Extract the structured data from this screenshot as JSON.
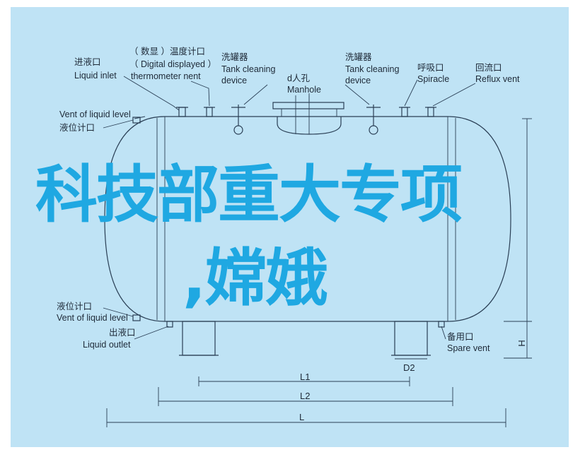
{
  "colors": {
    "frame": "#ffffff",
    "background": "#bfe3f5",
    "line": "#2a3f55",
    "overlay_text": "#1fa8e2"
  },
  "overlay": {
    "line1": "科技部重大专项",
    "line2": ",嫦娥"
  },
  "labels": {
    "liquid_inlet_zh": "进液口",
    "liquid_inlet_en": "Liquid inlet",
    "thermometer_zh": "（ 数显 ）温度计口",
    "thermometer_en1": "（ Digital displayed ）",
    "thermometer_en2": "thermometer nent",
    "cleaning_left_zh": "洗罐器",
    "cleaning_left_en1": "Tank cleaning",
    "cleaning_left_en2": "device",
    "manhole_zh": "d人孔",
    "manhole_en": "Manhole",
    "cleaning_right_zh": "洗罐器",
    "cleaning_right_en1": "Tank cleaning",
    "cleaning_right_en2": "device",
    "spiracle_zh": "呼吸口",
    "spiracle_en": "Spiracle",
    "reflux_zh": "回流口",
    "reflux_en": "Reflux vent",
    "level_top_en": "Vent of liquid level",
    "level_top_zh": "液位计口",
    "level_bottom_zh": "液位计口",
    "level_bottom_en": "Vent of liquid level",
    "outlet_zh": "出液口",
    "outlet_en": "Liquid outlet",
    "spare_zh": "备用口",
    "spare_en": "Spare vent"
  },
  "dimensions": {
    "d2": "D2",
    "l1": "L1",
    "l2": "L2",
    "l": "L",
    "h": "H"
  }
}
